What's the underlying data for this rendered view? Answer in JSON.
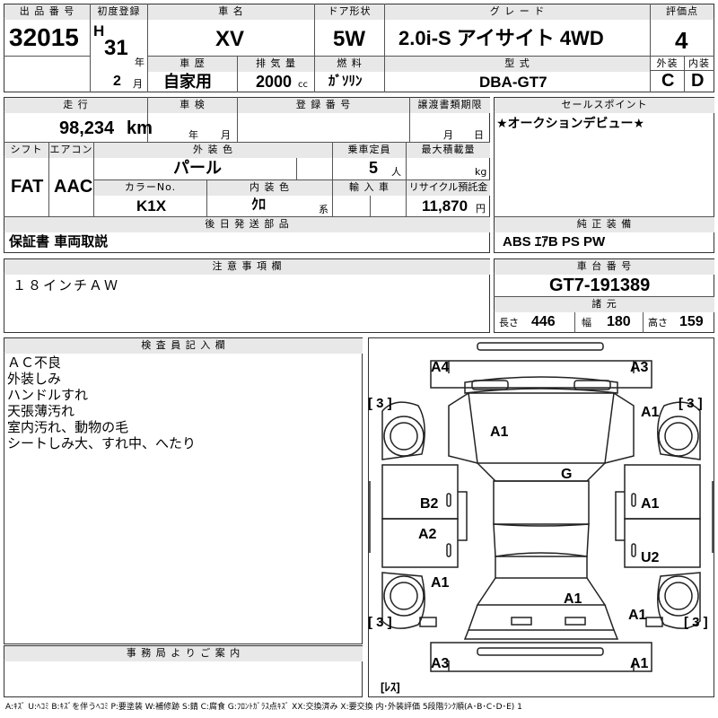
{
  "header": {
    "lot_label": "出 品 番 号",
    "lot_number": "32015",
    "first_reg_label": "初度登録",
    "era": "H",
    "year": "31",
    "year_unit": "年",
    "month": "2",
    "month_unit": "月",
    "car_name_label": "車 名",
    "car_name": "XV",
    "history_label": "車 歴",
    "history": "自家用",
    "displacement_label": "排 気 量",
    "displacement": "2000",
    "displacement_unit": "cc",
    "door_label": "ドア形状",
    "door": "5W",
    "fuel_label": "燃 料",
    "fuel": "ｶﾞｿﾘﾝ",
    "grade_label": "グ レ ー ド",
    "grade": "2.0i-S アイサイト 4WD",
    "model_label": "型 式",
    "model": "DBA-GT7",
    "score_label": "評価点",
    "score": "4",
    "ext_label": "外装",
    "ext": "C",
    "int_label": "内装",
    "int": "D"
  },
  "row2": {
    "mileage_label": "走 行",
    "mileage": "98,234",
    "mileage_unit": "km",
    "inspection_label": "車 検",
    "insp_year_unit": "年",
    "insp_month_unit": "月",
    "reg_label": "登 録 番 号",
    "deadline_label": "譲渡書類期限",
    "deadline_month_unit": "月",
    "deadline_day_unit": "日",
    "sales_point_label": "セールスポイント",
    "sales_point": "★オークションデビュー★"
  },
  "row3": {
    "shift_label": "シフト",
    "shift": "FAT",
    "ac_label": "エアコン",
    "ac": "AAC",
    "exterior_color_label": "外 装 色",
    "exterior_color": "パール",
    "capacity_label": "乗車定員",
    "capacity": "5",
    "capacity_unit": "人",
    "max_load_label": "最大積載量",
    "max_load_unit": "kg",
    "color_no_label": "カラーNo.",
    "color_no": "K1X",
    "interior_color_label": "内 装 色",
    "interior_color": "ｸﾛ",
    "interior_suffix": "系",
    "import_label": "輸 入 車",
    "recycle_label": "リサイクル預託金",
    "recycle": "11,870",
    "recycle_unit": "円"
  },
  "row4": {
    "later_parts_label": "後 日 発 送 部 品",
    "later_parts": "保証書 車両取説",
    "genuine_label": "純 正 装 備",
    "genuine": "ABS ｴｱB PS PW"
  },
  "row5": {
    "notes_label": "注 意 事 項 欄",
    "notes": "１８インチＡＷ",
    "chassis_label": "車 台 番 号",
    "chassis": "GT7-191389",
    "specs_label": "諸 元",
    "length_label": "長さ",
    "length": "446",
    "width_label": "幅",
    "width": "180",
    "height_label": "高さ",
    "height": "159"
  },
  "inspector": {
    "label": "検 査 員 記 入 欄",
    "lines": [
      "ＡＣ不良",
      "外装しみ",
      "ハンドルすれ",
      "天張薄汚れ",
      "室内汚れ、動物の毛",
      "シートしみ大、すれ中、へたり"
    ]
  },
  "office": {
    "label": "事 務 局 よ り ご 案 内"
  },
  "diagram": {
    "marks": [
      "A4",
      "A3",
      "A1",
      "A1",
      "G",
      "B2",
      "A1",
      "A2",
      "U2",
      "A1",
      "A1",
      "A1",
      "A3",
      "A1"
    ],
    "tire_labels": [
      "[ 3 ]",
      "[ 3 ]",
      "[ 3 ]",
      "[ 3 ]"
    ],
    "spare": "[ﾚｽ]"
  },
  "legend": "A:ｷｽﾞ U:ﾍｺﾐ B:ｷｽﾞを伴うﾍｺﾐ P:要塗装 W:補修跡 S:錆 C:腐食 G:ﾌﾛﾝﾄｶﾞﾗｽ点ｷｽﾞ XX:交換済み X:要交換  内･外装評価 5段階ﾗﾝｸ順(A･B･C･D･E) 1"
}
